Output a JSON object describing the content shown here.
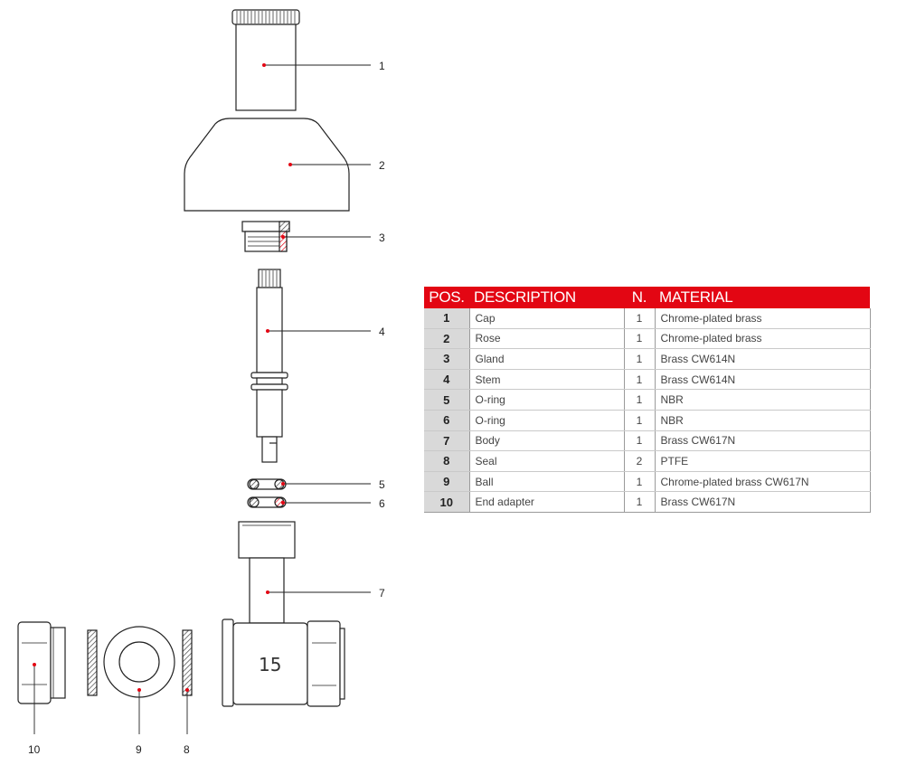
{
  "callouts": [
    "1",
    "2",
    "3",
    "4",
    "5",
    "6",
    "7",
    "8",
    "9",
    "10"
  ],
  "body_marking": "15",
  "table": {
    "headers": {
      "pos": "POS.",
      "description": "DESCRIPTION",
      "n": "N.",
      "material": "MATERIAL"
    },
    "rows": [
      {
        "pos": "1",
        "description": "Cap",
        "n": "1",
        "material": "Chrome-plated brass"
      },
      {
        "pos": "2",
        "description": "Rose",
        "n": "1",
        "material": "Chrome-plated brass"
      },
      {
        "pos": "3",
        "description": "Gland",
        "n": "1",
        "material": "Brass CW614N"
      },
      {
        "pos": "4",
        "description": "Stem",
        "n": "1",
        "material": "Brass CW614N"
      },
      {
        "pos": "5",
        "description": "O-ring",
        "n": "1",
        "material": "NBR"
      },
      {
        "pos": "6",
        "description": "O-ring",
        "n": "1",
        "material": "NBR"
      },
      {
        "pos": "7",
        "description": "Body",
        "n": "1",
        "material": "Brass CW617N"
      },
      {
        "pos": "8",
        "description": "Seal",
        "n": "2",
        "material": "PTFE"
      },
      {
        "pos": "9",
        "description": "Ball",
        "n": "1",
        "material": "Chrome-plated brass CW617N"
      },
      {
        "pos": "10",
        "description": "End adapter",
        "n": "1",
        "material": "Brass CW617N"
      }
    ]
  },
  "colors": {
    "accent": "#e30613",
    "pos_cell": "#d9d9d9",
    "line": "#222222"
  }
}
